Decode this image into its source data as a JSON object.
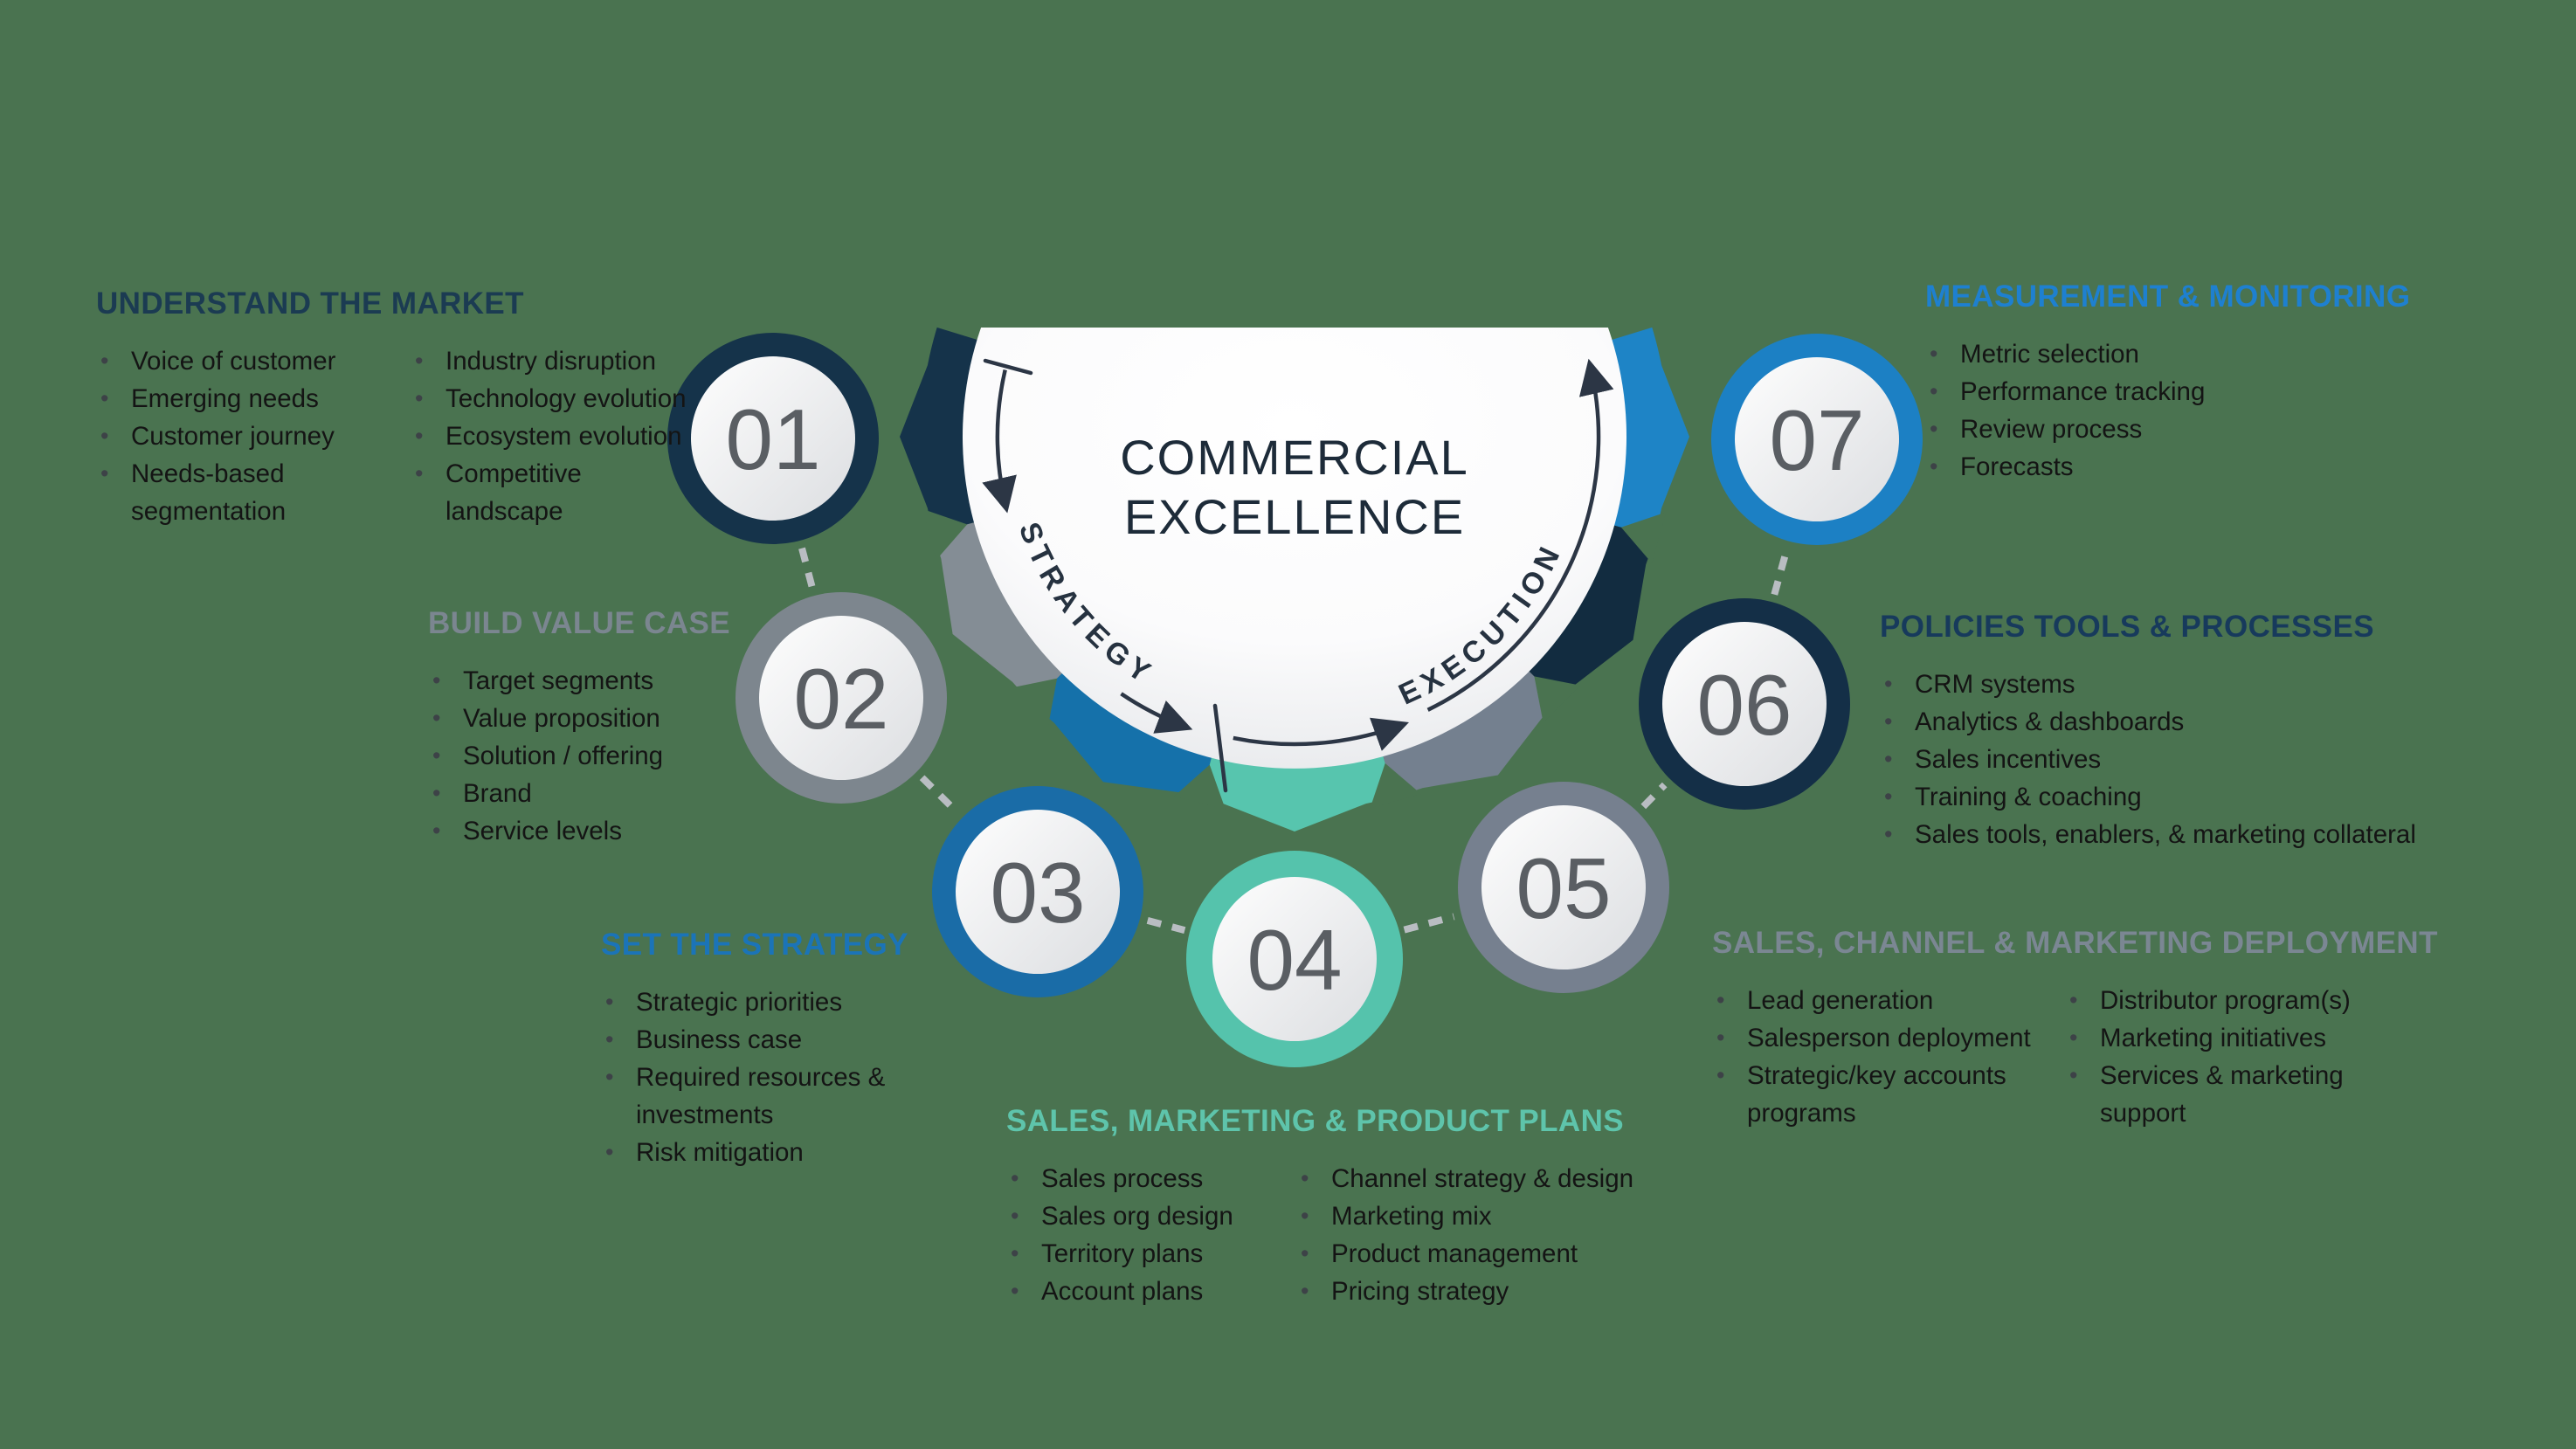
{
  "background_color": "#4a7350",
  "center": {
    "title_line1": "COMMERCIAL",
    "title_line2": "EXCELLENCE",
    "left_arc_label": "STRATEGY",
    "right_arc_label": "EXECUTION",
    "hub_fill": "#ffffff",
    "text_color": "#1d2b39"
  },
  "steps": [
    {
      "number": "01",
      "ring_color": "#15334a"
    },
    {
      "number": "02",
      "ring_color": "#7d868e"
    },
    {
      "number": "03",
      "ring_color": "#1a6ca7"
    },
    {
      "number": "04",
      "ring_color": "#55c3ac"
    },
    {
      "number": "05",
      "ring_color": "#76808f"
    },
    {
      "number": "06",
      "ring_color": "#142f47"
    },
    {
      "number": "07",
      "ring_color": "#1c80c4"
    }
  ],
  "ring_segment_colors": [
    "#15334a",
    "#848d95",
    "#1571aa",
    "#57c5ae",
    "#74808f",
    "#122c40",
    "#1e84c6"
  ],
  "sections": [
    {
      "title": "UNDERSTAND THE MARKET",
      "title_color": "#1b3b52",
      "columns": [
        [
          "Voice of customer",
          "Emerging needs",
          "Customer journey",
          "Needs-based\nsegmentation"
        ],
        [
          "Industry disruption",
          "Technology evolution",
          "Ecosystem evolution",
          "Competitive\nlandscape"
        ]
      ]
    },
    {
      "title": "BUILD VALUE CASE",
      "title_color": "#7b8690",
      "columns": [
        [
          "Target segments",
          "Value proposition",
          "Solution / offering",
          "Brand",
          "Service levels"
        ]
      ]
    },
    {
      "title": "SET THE STRATEGY",
      "title_color": "#1b74b8",
      "columns": [
        [
          "Strategic priorities",
          "Business case",
          "Required resources &\ninvestments",
          "Risk mitigation"
        ]
      ]
    },
    {
      "title": "SALES, MARKETING & PRODUCT PLANS",
      "title_color": "#5ec4ab",
      "columns": [
        [
          "Sales process",
          "Sales org design",
          "Territory plans",
          "Account plans"
        ],
        [
          "Channel strategy & design",
          "Marketing mix",
          "Product management",
          "Pricing strategy"
        ]
      ]
    },
    {
      "title": "SALES, CHANNEL & MARKETING DEPLOYMENT",
      "title_color": "#7b8793",
      "columns": [
        [
          "Lead generation",
          "Salesperson deployment",
          "Strategic/key accounts\nprograms"
        ],
        [
          "Distributor program(s)",
          "Marketing initiatives",
          "Services & marketing\nsupport"
        ]
      ]
    },
    {
      "title": "POLICIES TOOLS & PROCESSES",
      "title_color": "#173a5c",
      "columns": [
        [
          "CRM systems",
          "Analytics & dashboards",
          "Sales incentives",
          "Training & coaching",
          "Sales tools, enablers, & marketing collateral"
        ]
      ]
    },
    {
      "title": "MEASUREMENT & MONITORING",
      "title_color": "#1e80d0",
      "columns": [
        [
          "Metric selection",
          "Performance tracking",
          "Review process",
          "Forecasts"
        ]
      ]
    }
  ]
}
